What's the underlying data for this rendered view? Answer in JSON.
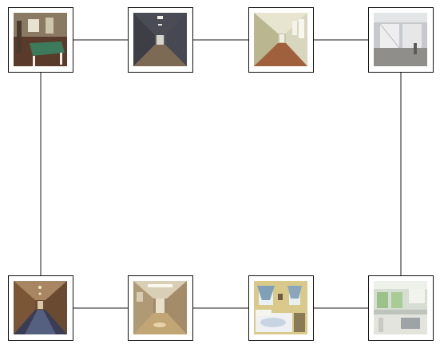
{
  "diagram": {
    "photos": [
      {
        "subject": "room-with-table-photo"
      },
      {
        "subject": "dark-corridor-photo"
      },
      {
        "subject": "bright-corridor-photo"
      },
      {
        "subject": "empty-room-photo"
      },
      {
        "subject": "carpeted-corridor-photo"
      },
      {
        "subject": "lit-corridor-photo"
      },
      {
        "subject": "bedroom-photo"
      },
      {
        "subject": "kitchen-photo"
      }
    ],
    "connections": [
      [
        "room-with-table-photo",
        "dark-corridor-photo"
      ],
      [
        "dark-corridor-photo",
        "bright-corridor-photo"
      ],
      [
        "bright-corridor-photo",
        "empty-room-photo"
      ],
      [
        "room-with-table-photo",
        "carpeted-corridor-photo"
      ],
      [
        "empty-room-photo",
        "kitchen-photo"
      ],
      [
        "carpeted-corridor-photo",
        "lit-corridor-photo"
      ],
      [
        "lit-corridor-photo",
        "bedroom-photo"
      ],
      [
        "bedroom-photo",
        "kitchen-photo"
      ]
    ],
    "colors": {
      "connector": "#8c8c8c",
      "tile_border": "#111111",
      "background": "#ffffff"
    }
  }
}
